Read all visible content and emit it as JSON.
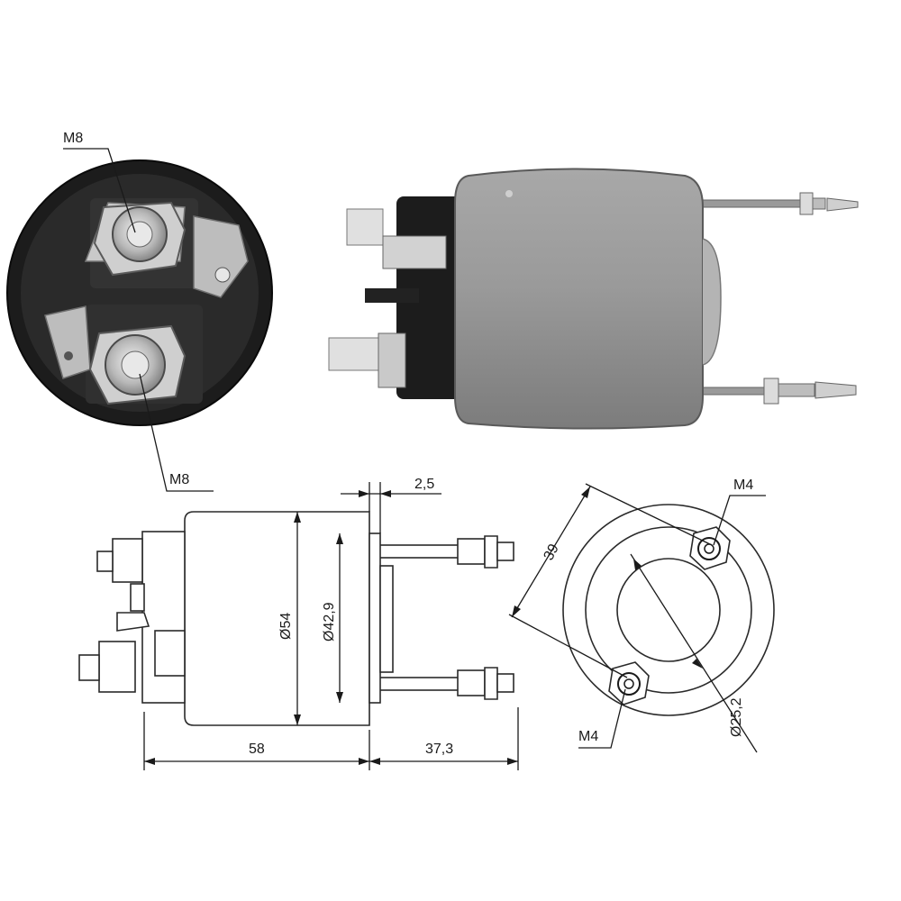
{
  "colors": {
    "body_gray": "#9c9c9c",
    "body_dark": "#6e6e6e",
    "cap_black": "#1c1c1c",
    "metal_light": "#d8d8d8",
    "line": "#1a1a1a",
    "background": "#ffffff"
  },
  "labels": {
    "front_top_thread": "M8",
    "front_bottom_thread": "M8",
    "stud_gap": "2,5",
    "outer_diameter": "Ø54",
    "inner_diameter": "Ø42,9",
    "body_length": "58",
    "stud_length": "37,3",
    "bolt_spacing": "39",
    "bore_diameter": "Ø25,2",
    "top_bolt_thread": "M4",
    "bottom_bolt_thread": "M4"
  }
}
